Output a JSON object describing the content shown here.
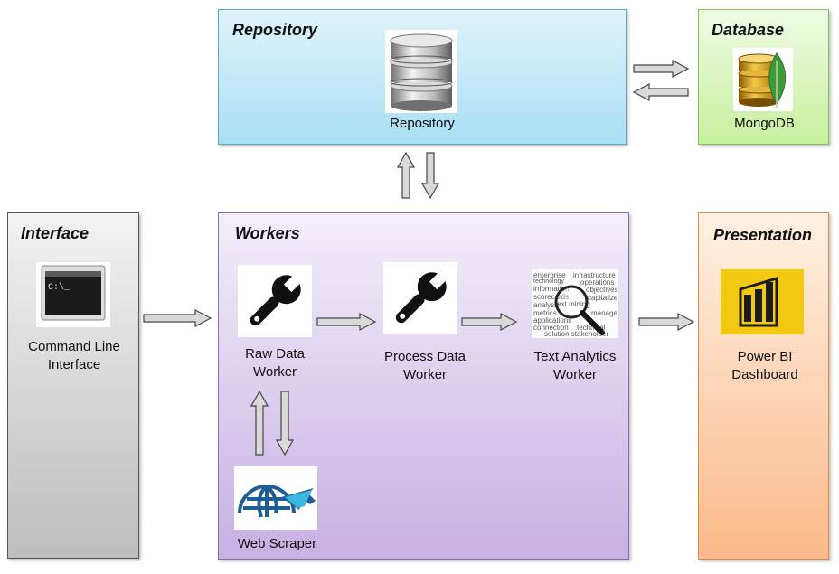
{
  "panels": {
    "repository": {
      "title": "Repository",
      "item_label": "Repository"
    },
    "database": {
      "title": "Database",
      "item_label": "MongoDB"
    },
    "interface": {
      "title": "Interface",
      "item_label_line1": "Command Line",
      "item_label_line2": "Interface",
      "console_prompt": "C:\\_"
    },
    "workers": {
      "title": "Workers",
      "raw": {
        "line1": "Raw Data",
        "line2": "Worker"
      },
      "process": {
        "line1": "Process Data",
        "line2": "Worker"
      },
      "text": {
        "line1": "Text Analytics",
        "line2": "Worker"
      },
      "scraper": {
        "label": "Web Scraper"
      },
      "wordcloud": [
        "enterprise",
        "infrastructure",
        "technology",
        "operations",
        "information",
        "objectives",
        "scorecards",
        "capitalize",
        "analysis",
        "text mining",
        "metrics",
        "manage",
        "applications",
        "connection",
        "technical",
        "solution stakeholder"
      ]
    },
    "presentation": {
      "title": "Presentation",
      "item_label_line1": "Power BI",
      "item_label_line2": "Dashboard"
    }
  },
  "colors": {
    "repository_fill": "#a9def3",
    "database_fill": "#c8ef9f",
    "interface_fill": "#bdbdbd",
    "workers_fill": "#c6b1e3",
    "presentation_fill": "#fbb98a",
    "powerbi_yellow": "#f2c811",
    "scraper_blue": "#1f5d96"
  },
  "icons": {
    "repository": "database-stack-icon",
    "database": "mongodb-icon",
    "interface": "command-prompt-icon",
    "raw_worker": "wrench-icon",
    "process_worker": "wrench-icon",
    "text_worker": "magnifier-wordcloud-icon",
    "scraper": "globe-cursor-icon",
    "presentation": "powerbi-icon"
  }
}
